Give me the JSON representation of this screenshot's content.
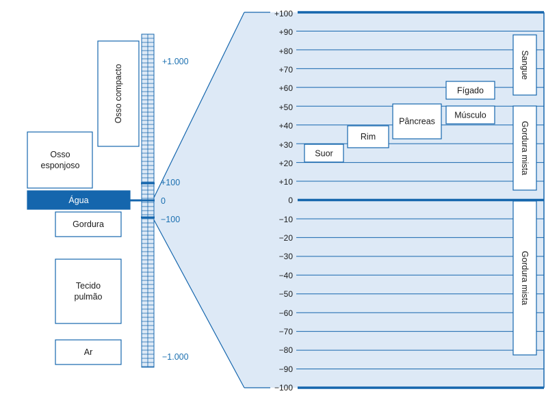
{
  "colors": {
    "blue": "#1566ad",
    "light_blue": "#dde9f6",
    "grid_line": "#3d7fc1",
    "box_border": "#1566ad",
    "text": "#1a1a1a",
    "scale_text": "#1a6fb0"
  },
  "left_tissues": [
    {
      "label": "Osso compacto",
      "orientation": "vertical"
    },
    {
      "label_lines": [
        "Osso",
        "esponjoso"
      ]
    },
    {
      "label": "Água",
      "highlighted": true
    },
    {
      "label": "Gordura"
    },
    {
      "label_lines": [
        "Tecido",
        "pulmão"
      ]
    },
    {
      "label": "Ar"
    }
  ],
  "scale_labels": [
    "+1.000",
    "+100",
    "0",
    "−100",
    "−1.000"
  ],
  "zoom_ticks": [
    "+100",
    "+90",
    "+80",
    "+70",
    "+60",
    "+50",
    "+40",
    "+30",
    "+20",
    "+10",
    "0",
    "−10",
    "−20",
    "−30",
    "−40",
    "−50",
    "−60",
    "−70",
    "−80",
    "−90",
    "−100"
  ],
  "zoom_tissues": [
    {
      "label": "Suor"
    },
    {
      "label": "Rim"
    },
    {
      "label": "Pâncreas"
    },
    {
      "label": "Fígado"
    },
    {
      "label": "Músculo"
    },
    {
      "label": "Sangue",
      "orientation": "vertical"
    },
    {
      "label": "Gordura mista",
      "orientation": "vertical"
    },
    {
      "label": "Gordura mista",
      "orientation": "vertical"
    }
  ]
}
